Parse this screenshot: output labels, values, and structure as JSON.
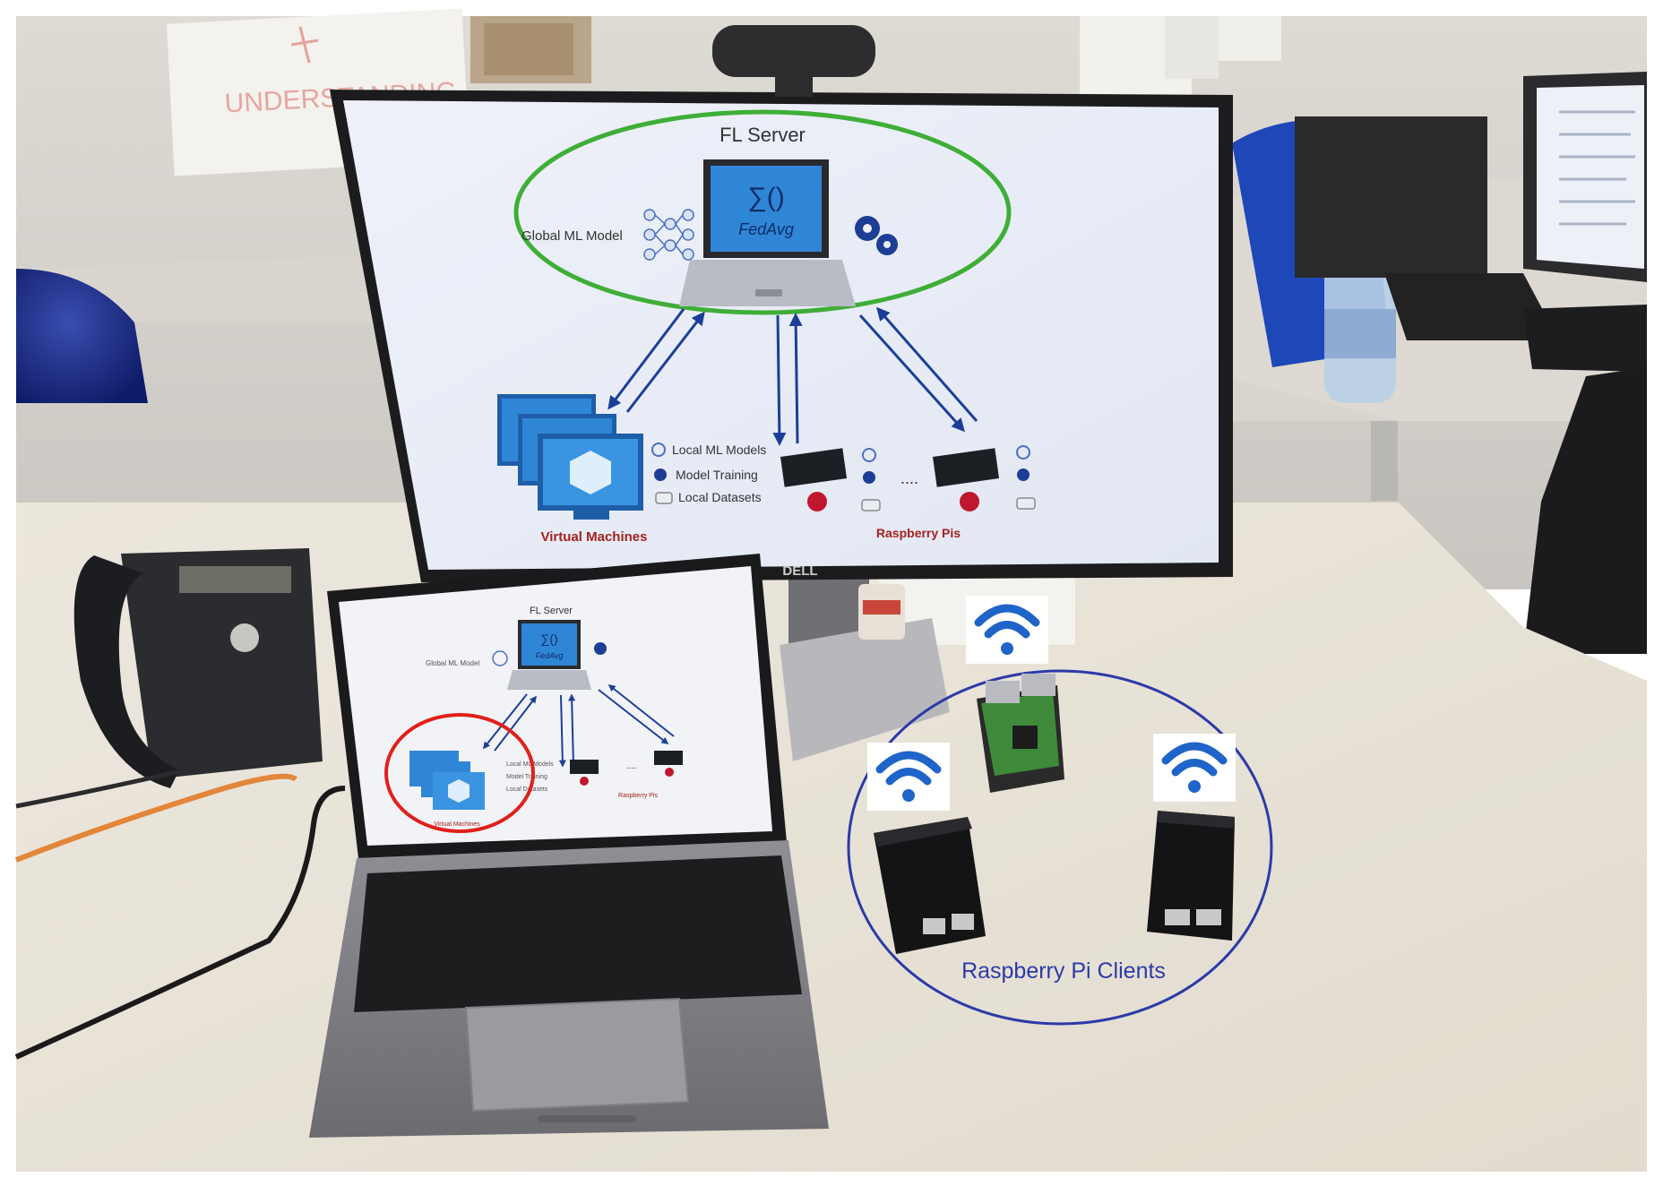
{
  "colors": {
    "wall": "#e6e3de",
    "desk": "#e9e3d7",
    "monitor_bezel": "#1c1c1e",
    "screen_bg": "#edf0f7",
    "server_ellipse": "#3fae37",
    "arrow": "#1b3f99",
    "vm_blue": "#2f86d6",
    "red_label": "#a3221c",
    "client_circle": "#2b3aa8",
    "wifi_blue": "#1f64c8",
    "laptop_highlight": "#e0201b"
  },
  "wall_note": {
    "text": "UNDERSTANDING",
    "icon": "heart-sketch-icon"
  },
  "monitor": {
    "brand": "DELL",
    "slide": {
      "server_title": "FL Server",
      "global_model_label": "Global ML Model",
      "aggregation_symbol": "∑()",
      "aggregation_label": "FedAvg",
      "legend": {
        "local_models": "Local ML Models",
        "training": "Model Training",
        "datasets": "Local Datasets"
      },
      "vm_caption": "Virtual Machines",
      "rpi_caption": "Raspberry Pis",
      "ellipsis": "....",
      "icons": [
        "neural-network-icon",
        "gears-icon",
        "laptop-icon",
        "virtual-machine-icon",
        "raspberry-pi-icon",
        "database-icon"
      ]
    }
  },
  "laptop": {
    "slide": {
      "server_title": "FL Server",
      "global_model_label": "Global ML Model",
      "aggregation_symbol": "∑()",
      "aggregation_label": "FedAvg",
      "legend_models": "Local ML Models",
      "legend_training": "Model Training",
      "legend_datasets": "Local Datasets",
      "vm_caption": "Virtual Machines",
      "rpi_caption": "Raspberry Pis",
      "ellipsis": "...."
    }
  },
  "clients_label": "Raspberry Pi Clients",
  "wifi_badges": [
    {
      "name": "wifi-badge-top",
      "icon": "wifi-icon"
    },
    {
      "name": "wifi-badge-left",
      "icon": "wifi-icon"
    },
    {
      "name": "wifi-badge-right",
      "icon": "wifi-icon"
    }
  ]
}
